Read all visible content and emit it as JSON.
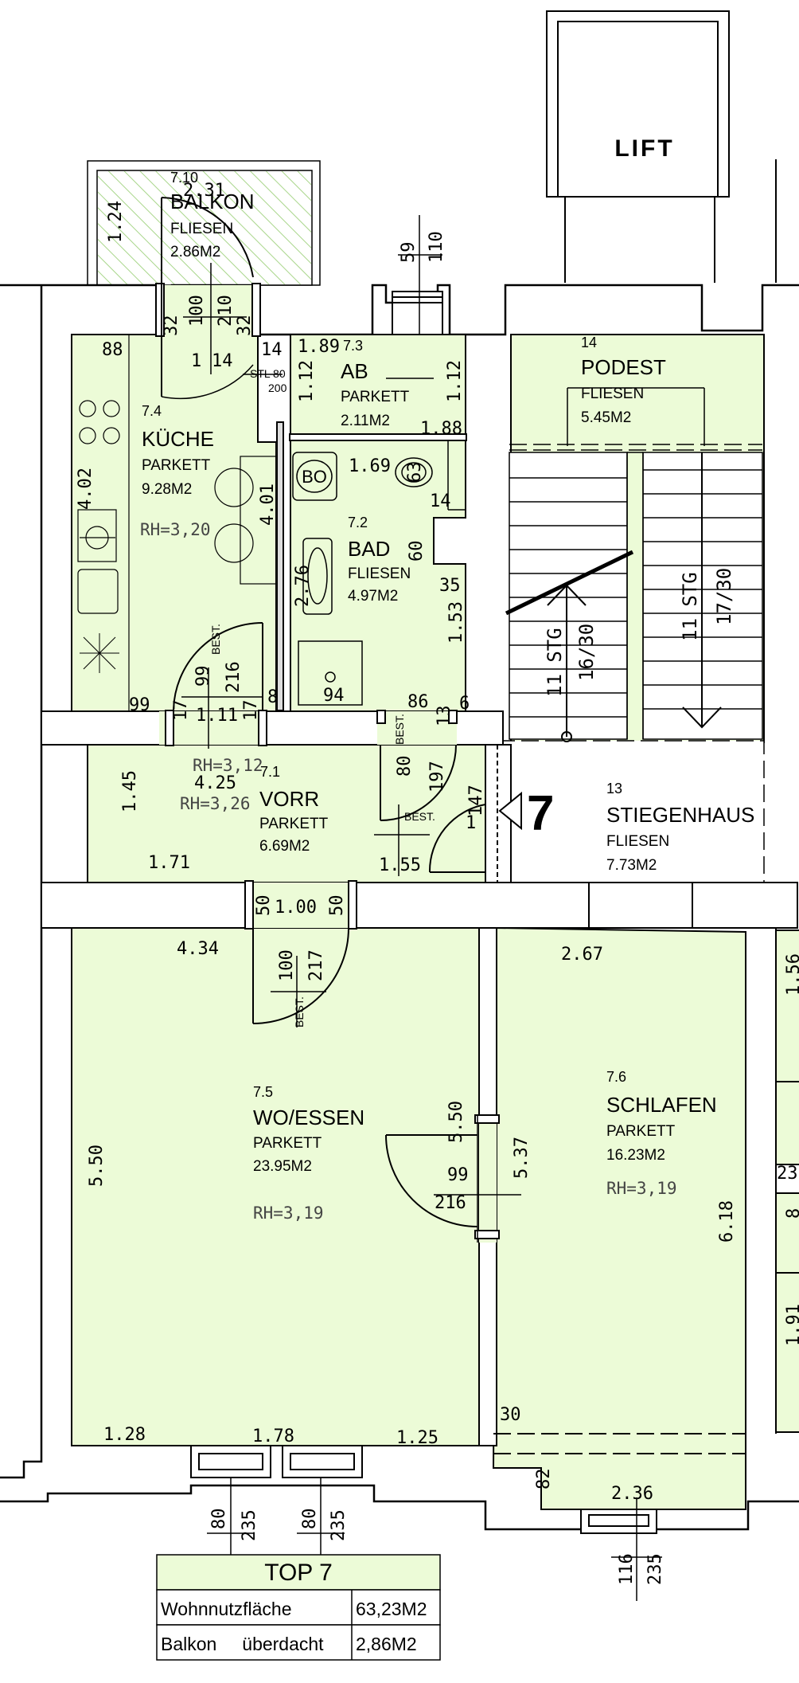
{
  "colors": {
    "room_fill": "#ecfbd7",
    "wall": "#000000",
    "hatch": "#a8d68a",
    "table_fill": "#ecfbd7"
  },
  "lift": {
    "label": "LIFT"
  },
  "top_number": "7",
  "rooms": {
    "balkon": {
      "num": "7.10",
      "name": "BALKON",
      "floor": "FLIESEN",
      "area": "2.86M2"
    },
    "ab": {
      "num": "7.3",
      "name": "AB",
      "floor": "PARKETT",
      "area": "2.11M2"
    },
    "kueche": {
      "num": "7.4",
      "name": "KÜCHE",
      "floor": "PARKETT",
      "area": "9.28M2",
      "rh": "RH=3,20"
    },
    "bad": {
      "num": "7.2",
      "name": "BAD",
      "floor": "FLIESEN",
      "area": "4.97M2"
    },
    "vorr": {
      "num": "7.1",
      "name": "VORR",
      "floor": "PARKETT",
      "area": "6.69M2",
      "rh": "RH=3,26",
      "rh2": "RH=3,12"
    },
    "podest": {
      "num": "14",
      "name": "PODEST",
      "floor": "FLIESEN",
      "area": "5.45M2"
    },
    "stiegenhaus": {
      "num": "13",
      "name": "STIEGENHAUS",
      "floor": "FLIESEN",
      "area": "7.73M2"
    },
    "wo_essen": {
      "num": "7.5",
      "name": "WO/ESSEN",
      "floor": "PARKETT",
      "area": "23.95M2",
      "rh": "RH=3,19"
    },
    "schlafen": {
      "num": "7.6",
      "name": "SCHLAFEN",
      "floor": "PARKETT",
      "area": "16.23M2",
      "rh": "RH=3,19"
    }
  },
  "fixtures": {
    "bo": "BO",
    "stl": "STL 80",
    "stl2": "200",
    "best": "BEST."
  },
  "stairs": {
    "left": "11 STG",
    "left2": "16/30",
    "right": "11 STG",
    "right2": "17/30"
  },
  "dims": {
    "d1_24": "1.24",
    "d2_31": "2.31",
    "d59": "59",
    "d110": "110",
    "d32a": "32",
    "d100a": "100",
    "d210": "210",
    "d32b": "32",
    "d88": "88",
    "d1": "1",
    "d14a": "14",
    "d14b": "14",
    "d1_89": "1.89",
    "d1_12a": "1.12",
    "d1_12b": "1.12",
    "d1_88": "1.88",
    "d1_69": "1.69",
    "d63": "63",
    "d14c": "14",
    "d4_02": "4.02",
    "d4_01": "4.01",
    "d2_76": "2.76",
    "d60": "60",
    "d35": "35",
    "d1_53": "1.53",
    "d94": "94",
    "d86": "86",
    "d13": "13",
    "d6": "6",
    "d8": "8",
    "d99a": "99",
    "d17a": "17",
    "d99b": "99",
    "d216a": "216",
    "d1_11": "1.11",
    "d17b": "17",
    "d4_25": "4.25",
    "d1_45": "1.45",
    "d1_71": "1.71",
    "d1_55": "1.55",
    "d80a": "80",
    "d197": "197",
    "d1b": "1",
    "d147": "147",
    "d50a": "50",
    "d1_00": "1.00",
    "d50b": "50",
    "d4_34": "4.34",
    "d100b": "100",
    "d217": "217",
    "d2_67": "2.67",
    "d5_50a": "5.50",
    "d5_50b": "5.50",
    "d99c": "99",
    "d216b": "216",
    "d5_37": "5.37",
    "d6_18": "6.18",
    "d1_28": "1.28",
    "d1_78": "1.78",
    "d1_25": "1.25",
    "d30": "30",
    "d82": "82",
    "d2_36": "2.36",
    "d80b": "80",
    "d235a": "235",
    "d80c": "80",
    "d235b": "235",
    "d116": "116",
    "d235c": "235",
    "d1_56": "1.56",
    "d23": "23",
    "d1_91": "1.91",
    "d8r": "8"
  },
  "table": {
    "title": "TOP 7",
    "rows": [
      {
        "label": "Wohnnutzfläche",
        "value": "63,23M2"
      },
      {
        "label": "Balkon     überdacht",
        "value": "2,86M2"
      }
    ]
  }
}
